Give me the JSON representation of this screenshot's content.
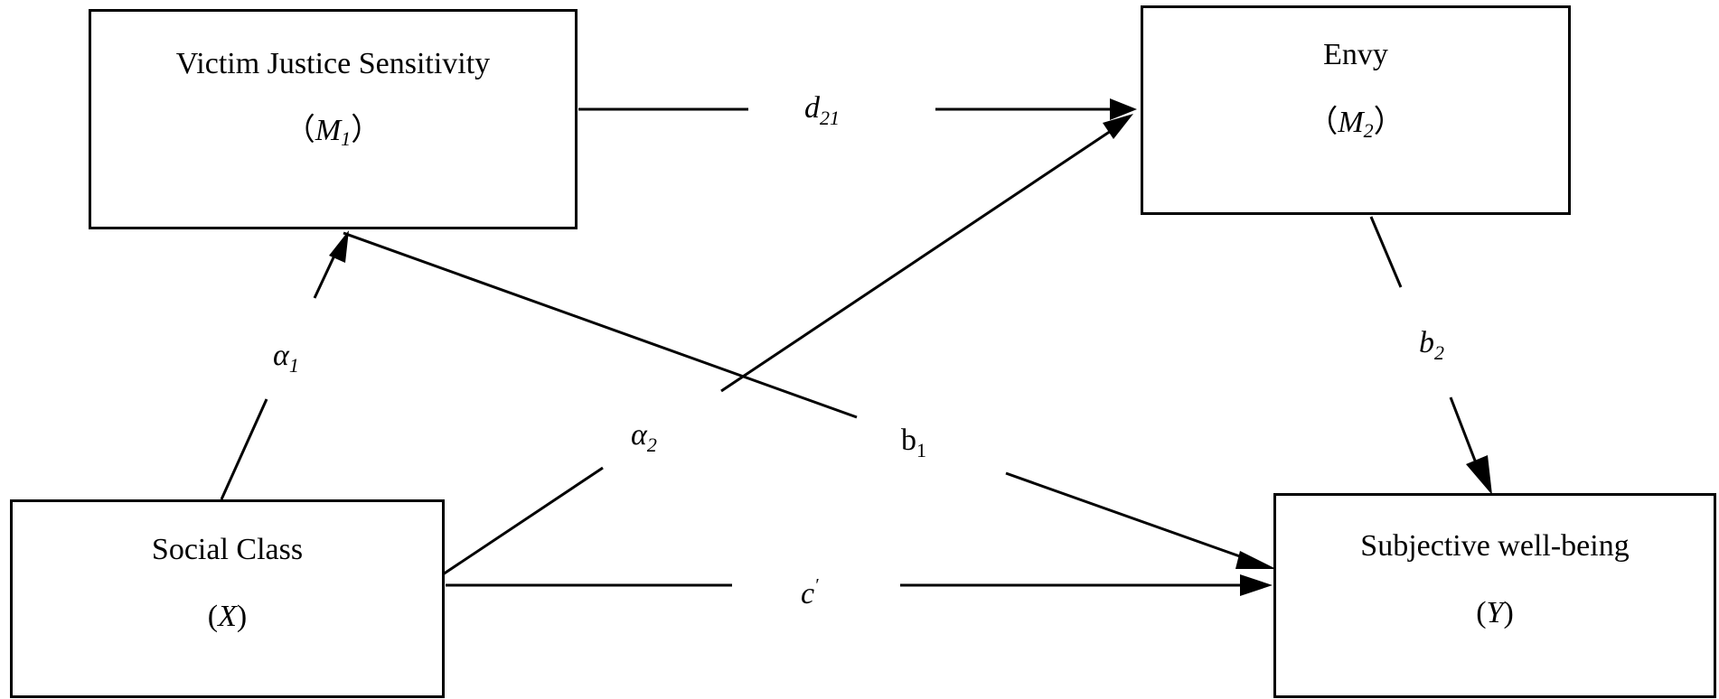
{
  "nodes": {
    "m1": {
      "title": "Victim Justice Sensitivity",
      "open": "（",
      "letter": "M",
      "sub": "1",
      "close": "）"
    },
    "m2": {
      "title": "Envy",
      "open": "（",
      "letter": "M",
      "sub": "2",
      "close": "）"
    },
    "x": {
      "title": "Social Class",
      "open": "(",
      "letter": "X",
      "sub": "",
      "close": ")"
    },
    "y": {
      "title": "Subjective well-being",
      "open": "(",
      "letter": "Y",
      "sub": "",
      "close": ")"
    }
  },
  "edges": {
    "d21": {
      "main": "d",
      "sub": "21"
    },
    "a1": {
      "main": "α",
      "sub": "1"
    },
    "a2": {
      "main": "α",
      "sub": "2"
    },
    "b1": {
      "main": "b",
      "sub": "1"
    },
    "b2": {
      "main": "b",
      "sub": "2"
    },
    "c": {
      "main": "c",
      "sup": "′"
    }
  },
  "colors": {
    "line": "#000000",
    "background": "#ffffff"
  }
}
